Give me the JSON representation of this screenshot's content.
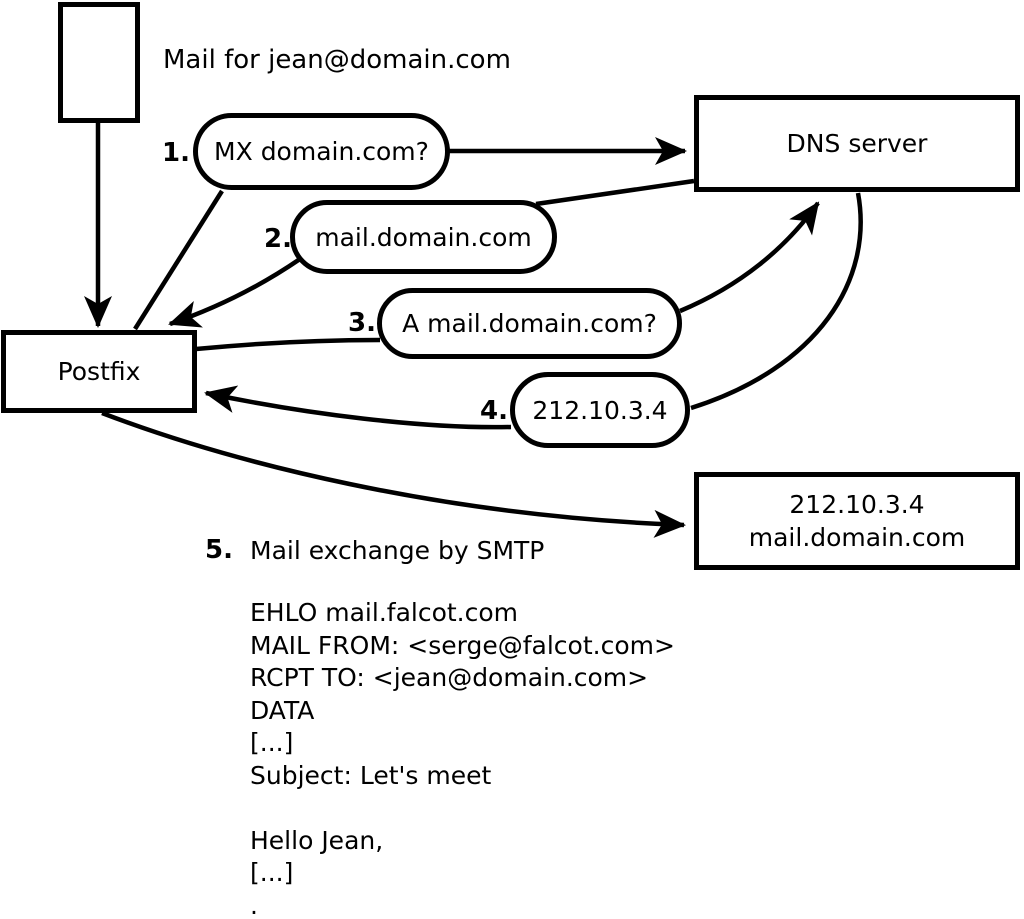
{
  "diagram": {
    "mail_note": "Mail for jean@domain.com",
    "nodes": {
      "postfix": "Postfix",
      "dns_server": "DNS server",
      "mail_server_line1": "212.10.3.4",
      "mail_server_line2": "mail.domain.com"
    },
    "steps": [
      {
        "num": "1.",
        "label": "MX domain.com?"
      },
      {
        "num": "2.",
        "label": "mail.domain.com"
      },
      {
        "num": "3.",
        "label": "A mail.domain.com?"
      },
      {
        "num": "4.",
        "label": "212.10.3.4"
      },
      {
        "num": "5.",
        "label": "Mail exchange by SMTP"
      }
    ],
    "smtp_session": [
      "EHLO mail.falcot.com",
      "MAIL FROM: <serge@falcot.com>",
      "RCPT TO: <jean@domain.com>",
      "DATA",
      "[...]",
      "Subject: Let's meet",
      "",
      "Hello Jean,",
      "[...]",
      "."
    ]
  },
  "colors": {
    "ink": "#000000",
    "background": "#ffffff"
  }
}
